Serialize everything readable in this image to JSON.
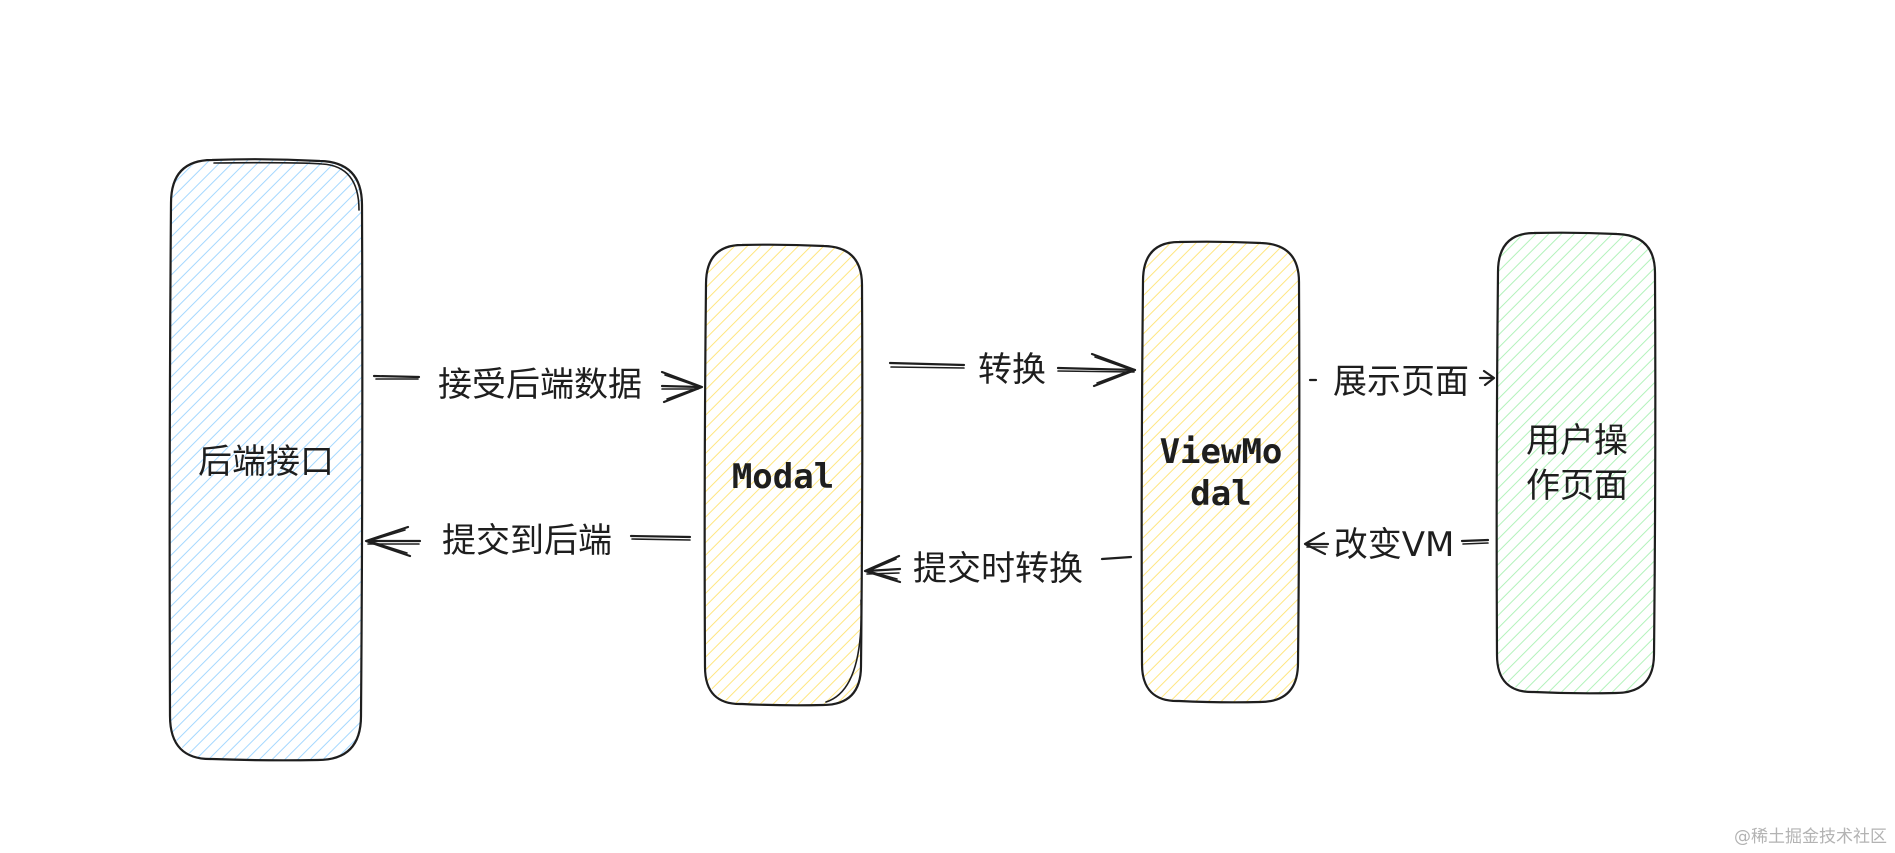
{
  "nodes": {
    "backend_api": {
      "label": "后端接口",
      "color": "#a5d8ff"
    },
    "modal": {
      "label": "Modal",
      "color": "#ffec99"
    },
    "viewmodal": {
      "line1": "ViewMo",
      "line2": "dal",
      "color": "#ffec99"
    },
    "user_page": {
      "line1": "用户操",
      "line2": "作页面",
      "color": "#b2f2bb"
    }
  },
  "edges": {
    "receive_backend_data": "接受后端数据",
    "submit_to_backend": "提交到后端",
    "convert": "转换",
    "convert_on_submit": "提交时转换",
    "show_page": "展示页面",
    "change_vm": "改变VM"
  },
  "watermark": "@稀土掘金技术社区"
}
